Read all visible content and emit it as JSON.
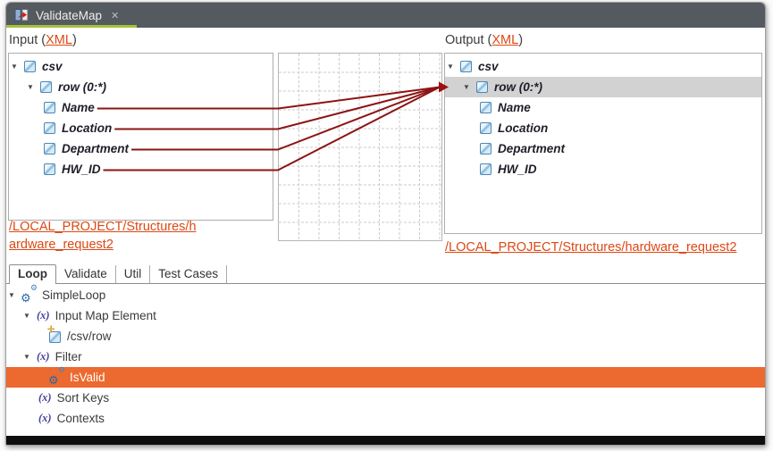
{
  "editor": {
    "tab_title": "ValidateMap",
    "close_glyph": "✕"
  },
  "mapper": {
    "input": {
      "label_prefix": "Input (",
      "link_label": "XML",
      "label_suffix": ")",
      "structure_link": "/LOCAL_PROJECT/Structures/hardware_request2",
      "tree": [
        {
          "label": "csv",
          "level": 0,
          "expander": true
        },
        {
          "label": "row (0:*)",
          "level": 1,
          "expander": true
        },
        {
          "label": "Name",
          "level": 2
        },
        {
          "label": "Location",
          "level": 2
        },
        {
          "label": "Department",
          "level": 2
        },
        {
          "label": "HW_ID",
          "level": 2
        }
      ]
    },
    "output": {
      "label_prefix": "Output (",
      "link_label": "XML",
      "label_suffix": ")",
      "structure_link": "/LOCAL_PROJECT/Structures/hardware_request2",
      "tree": [
        {
          "label": "csv",
          "level": 0,
          "expander": true
        },
        {
          "label": "row (0:*)",
          "level": 1,
          "expander": true,
          "selected": true,
          "target_arrow": true
        },
        {
          "label": "Name",
          "level": 2
        },
        {
          "label": "Location",
          "level": 2
        },
        {
          "label": "Department",
          "level": 2
        },
        {
          "label": "HW_ID",
          "level": 2
        }
      ]
    },
    "mappings": [
      {
        "source": "Name",
        "target": "row (0:*)"
      },
      {
        "source": "Location",
        "target": "row (0:*)"
      },
      {
        "source": "Department",
        "target": "row (0:*)"
      },
      {
        "source": "HW_ID",
        "target": "row (0:*)"
      }
    ]
  },
  "bottom": {
    "tabs": [
      {
        "label": "Loop",
        "active": true
      },
      {
        "label": "Validate",
        "active": false
      },
      {
        "label": "Util",
        "active": false
      },
      {
        "label": "Test Cases",
        "active": false
      }
    ],
    "tree": [
      {
        "label": "SimpleLoop",
        "icon": "gears",
        "level": 0,
        "expander": true
      },
      {
        "label": "Input Map Element",
        "icon": "fx",
        "level": 1,
        "expander": true
      },
      {
        "label": "/csv/row",
        "icon": "element-plus",
        "level": 2
      },
      {
        "label": "Filter",
        "icon": "fx",
        "level": 1,
        "expander": true
      },
      {
        "label": "IsValid",
        "icon": "gears",
        "level": 2,
        "selected": true
      },
      {
        "label": "Sort Keys",
        "icon": "fx",
        "level": 1
      },
      {
        "label": "Contexts",
        "icon": "fx",
        "level": 1
      }
    ]
  },
  "colors": {
    "titlebar": "#555a60",
    "active_tab_underline": "#a4c13c",
    "link_orange": "#dd4814",
    "mapping_line": "#8c1414",
    "selection_orange": "#ec6a2f",
    "selected_row_gray": "#d2d2d2",
    "element_icon_blue": "#4e86b4"
  }
}
